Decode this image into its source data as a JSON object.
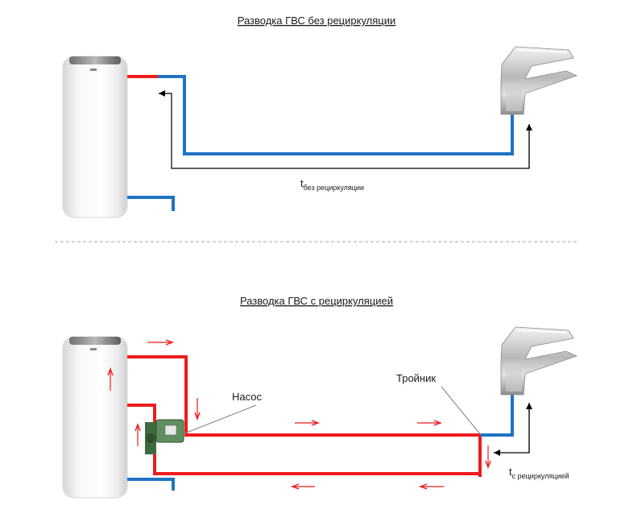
{
  "colors": {
    "hot_pipe": "#ee1c1c",
    "cold_pipe": "#1f73c4",
    "flow_arrow": "#ee1c1c",
    "measure_arrow": "#000000",
    "divider": "#a6a6a6"
  },
  "icons": {
    "boiler": "water-heater-icon",
    "faucet": "faucet-icon",
    "pump": "circulation-pump-icon"
  },
  "diagram_top": {
    "title": "Разводка ГВС без рециркуляции",
    "time_label": {
      "main": "t",
      "sub": "без рециркуляции"
    }
  },
  "diagram_bottom": {
    "title": "Разводка ГВС с рециркуляцией",
    "pump_label": "Насос",
    "tee_label": "Тройник",
    "time_label": {
      "main": "t",
      "sub": "с рециркуляцией"
    }
  }
}
